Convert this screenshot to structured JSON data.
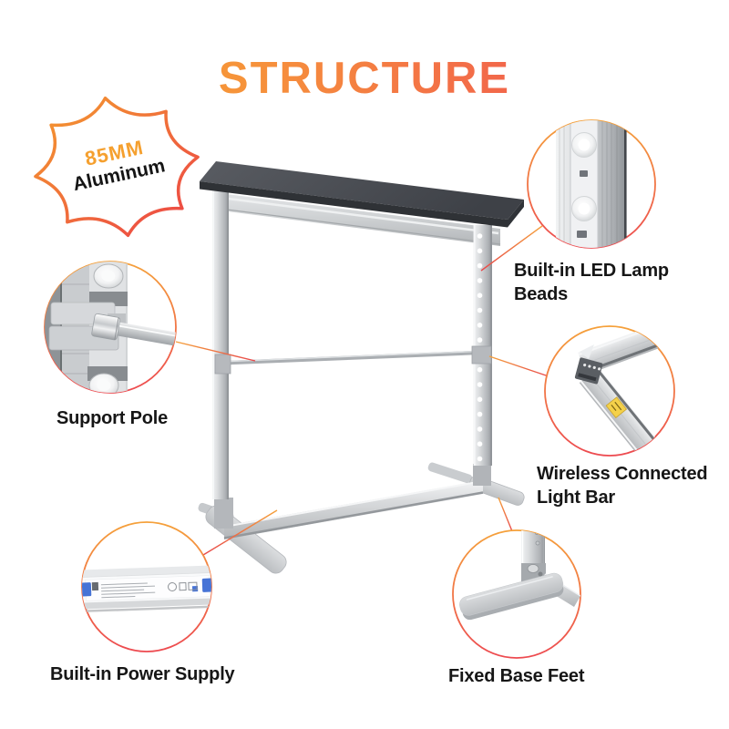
{
  "title": "STRUCTURE",
  "badge": {
    "line1": "85MM",
    "line2": "Aluminum"
  },
  "theme": {
    "accent_orange": "#F5A02F",
    "accent_red": "#EE4A50",
    "title_gradient_start": "#F7A42A",
    "title_gradient_mid": "#F37047",
    "title_gradient_end": "#EE4656",
    "label_color": "#161616"
  },
  "callouts": {
    "support": {
      "line1": "Support Pole",
      "line2": ""
    },
    "led": {
      "line1": "Built-in LED Lamp",
      "line2": "Beads"
    },
    "wireless": {
      "line1": "Wireless Connected",
      "line2": "Light Bar"
    },
    "power": {
      "line1": "Built-in Power Supply",
      "line2": ""
    },
    "feet": {
      "line1": "Fixed Base Feet",
      "line2": ""
    }
  }
}
